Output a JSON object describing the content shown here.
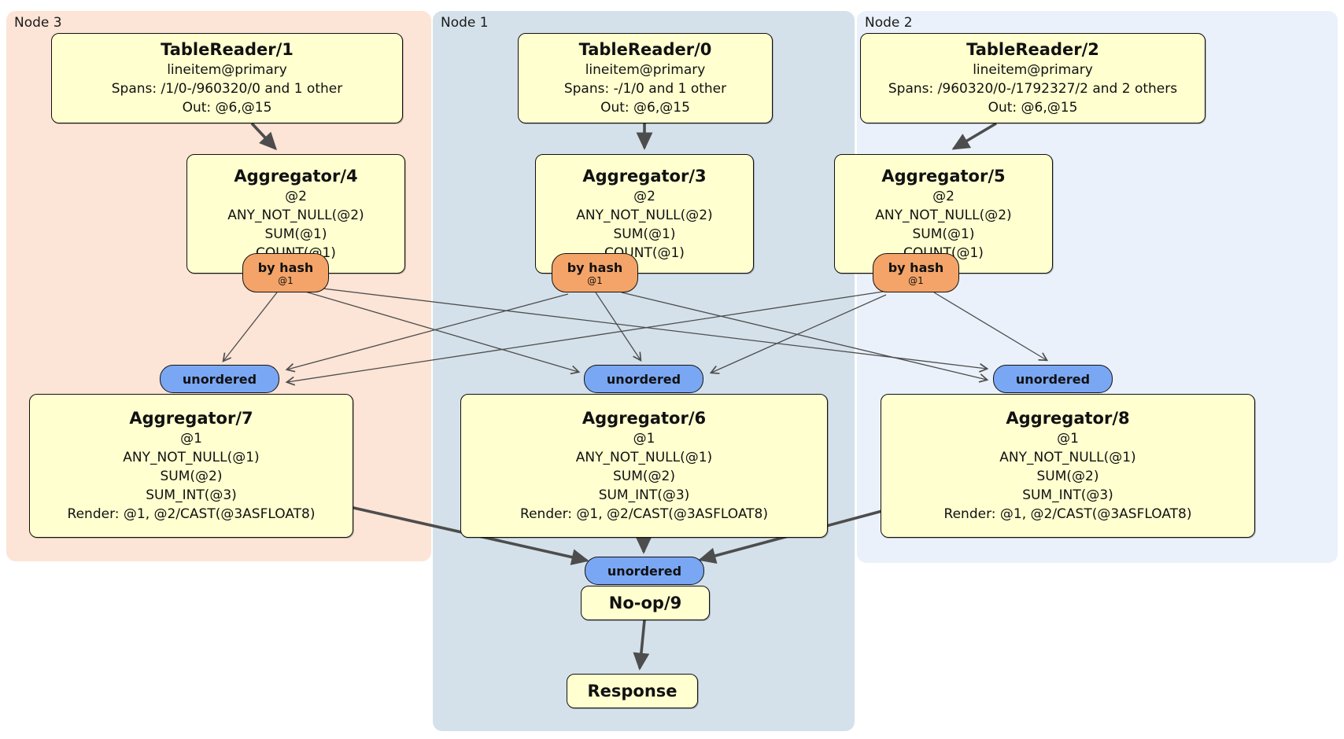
{
  "colors": {
    "node3_bg": "#fce4d6",
    "node1_bg": "#d4e1ea",
    "node2_bg": "#eaf1fa",
    "processor_bg": "#ffffd0",
    "router_bg": "#f4a468",
    "sync_bg": "#7aa7f3",
    "edge": "#4d4d4d"
  },
  "panels": {
    "node3": {
      "label": "Node 3"
    },
    "node1": {
      "label": "Node 1"
    },
    "node2": {
      "label": "Node 2"
    }
  },
  "processors": {
    "tr1": {
      "title": "TableReader/1",
      "lines": [
        "lineitem@primary",
        "Spans: /1/0-/960320/0 and 1 other",
        "Out: @6,@15"
      ]
    },
    "tr0": {
      "title": "TableReader/0",
      "lines": [
        "lineitem@primary",
        "Spans: -/1/0 and 1 other",
        "Out: @6,@15"
      ]
    },
    "tr2": {
      "title": "TableReader/2",
      "lines": [
        "lineitem@primary",
        "Spans: /960320/0-/1792327/2 and 2 others",
        "Out: @6,@15"
      ]
    },
    "agg4": {
      "title": "Aggregator/4",
      "lines": [
        "@2",
        "ANY_NOT_NULL(@2)",
        "SUM(@1)",
        "COUNT(@1)"
      ]
    },
    "agg3": {
      "title": "Aggregator/3",
      "lines": [
        "@2",
        "ANY_NOT_NULL(@2)",
        "SUM(@1)",
        "COUNT(@1)"
      ]
    },
    "agg5": {
      "title": "Aggregator/5",
      "lines": [
        "@2",
        "ANY_NOT_NULL(@2)",
        "SUM(@1)",
        "COUNT(@1)"
      ]
    },
    "agg7": {
      "title": "Aggregator/7",
      "lines": [
        "@1",
        "ANY_NOT_NULL(@1)",
        "SUM(@2)",
        "SUM_INT(@3)",
        "Render: @1, @2/CAST(@3ASFLOAT8)"
      ]
    },
    "agg6": {
      "title": "Aggregator/6",
      "lines": [
        "@1",
        "ANY_NOT_NULL(@1)",
        "SUM(@2)",
        "SUM_INT(@3)",
        "Render: @1, @2/CAST(@3ASFLOAT8)"
      ]
    },
    "agg8": {
      "title": "Aggregator/8",
      "lines": [
        "@1",
        "ANY_NOT_NULL(@1)",
        "SUM(@2)",
        "SUM_INT(@3)",
        "Render: @1, @2/CAST(@3ASFLOAT8)"
      ]
    },
    "noop": {
      "title": "No-op/9"
    },
    "response": {
      "title": "Response"
    }
  },
  "routers": {
    "hash3": {
      "label": "by hash",
      "sub": "@1"
    },
    "hash1": {
      "label": "by hash",
      "sub": "@1"
    },
    "hash2": {
      "label": "by hash",
      "sub": "@1"
    }
  },
  "syncs": {
    "s3": {
      "label": "unordered"
    },
    "s1": {
      "label": "unordered"
    },
    "s2": {
      "label": "unordered"
    },
    "sfinal": {
      "label": "unordered"
    }
  }
}
